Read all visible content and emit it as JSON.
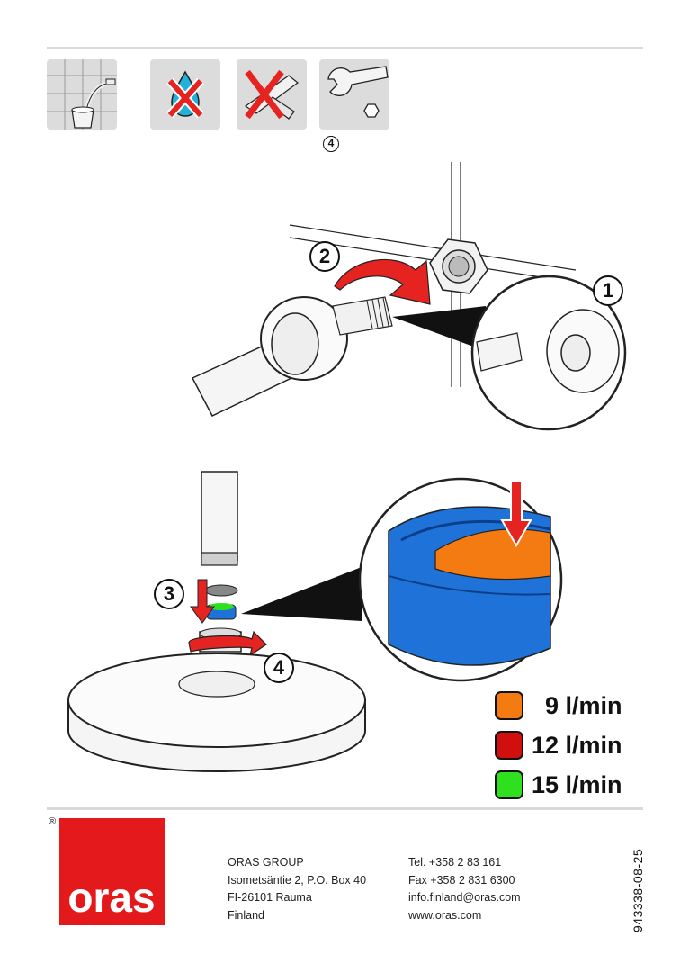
{
  "icons": {
    "bucket_tile": "flush-water-bucket-icon",
    "no_water_tile": "no-water-drop-icon",
    "no_pliers_tile": "no-pliers-icon",
    "wrench_tile": "spanner-wrench-icon",
    "wrench_size_badge": "4"
  },
  "steps": {
    "step1": "1",
    "step2": "2",
    "step3": "3",
    "step4": "4"
  },
  "flow_rates": [
    {
      "label": "9 l/min",
      "color": "#f47a12"
    },
    {
      "label": "12 l/min",
      "color": "#d20f0f"
    },
    {
      "label": "15 l/min",
      "color": "#2fe01f"
    }
  ],
  "colors": {
    "arrow_red": "#e52421",
    "restrictor_blue": "#1f73d8",
    "restrictor_orange": "#f47a12",
    "brand_red": "#e3191b"
  },
  "footer": {
    "registered_mark": "®",
    "logo_text": "oras",
    "address_lines": [
      "ORAS GROUP",
      "Isometsäntie 2, P.O. Box 40",
      "FI-26101 Rauma",
      "Finland"
    ],
    "contact_lines": [
      "Tel. +358 2 83 161",
      "Fax +358 2 831 6300",
      "info.finland@oras.com",
      "www.oras.com"
    ],
    "document_number": "943338-08-25"
  }
}
